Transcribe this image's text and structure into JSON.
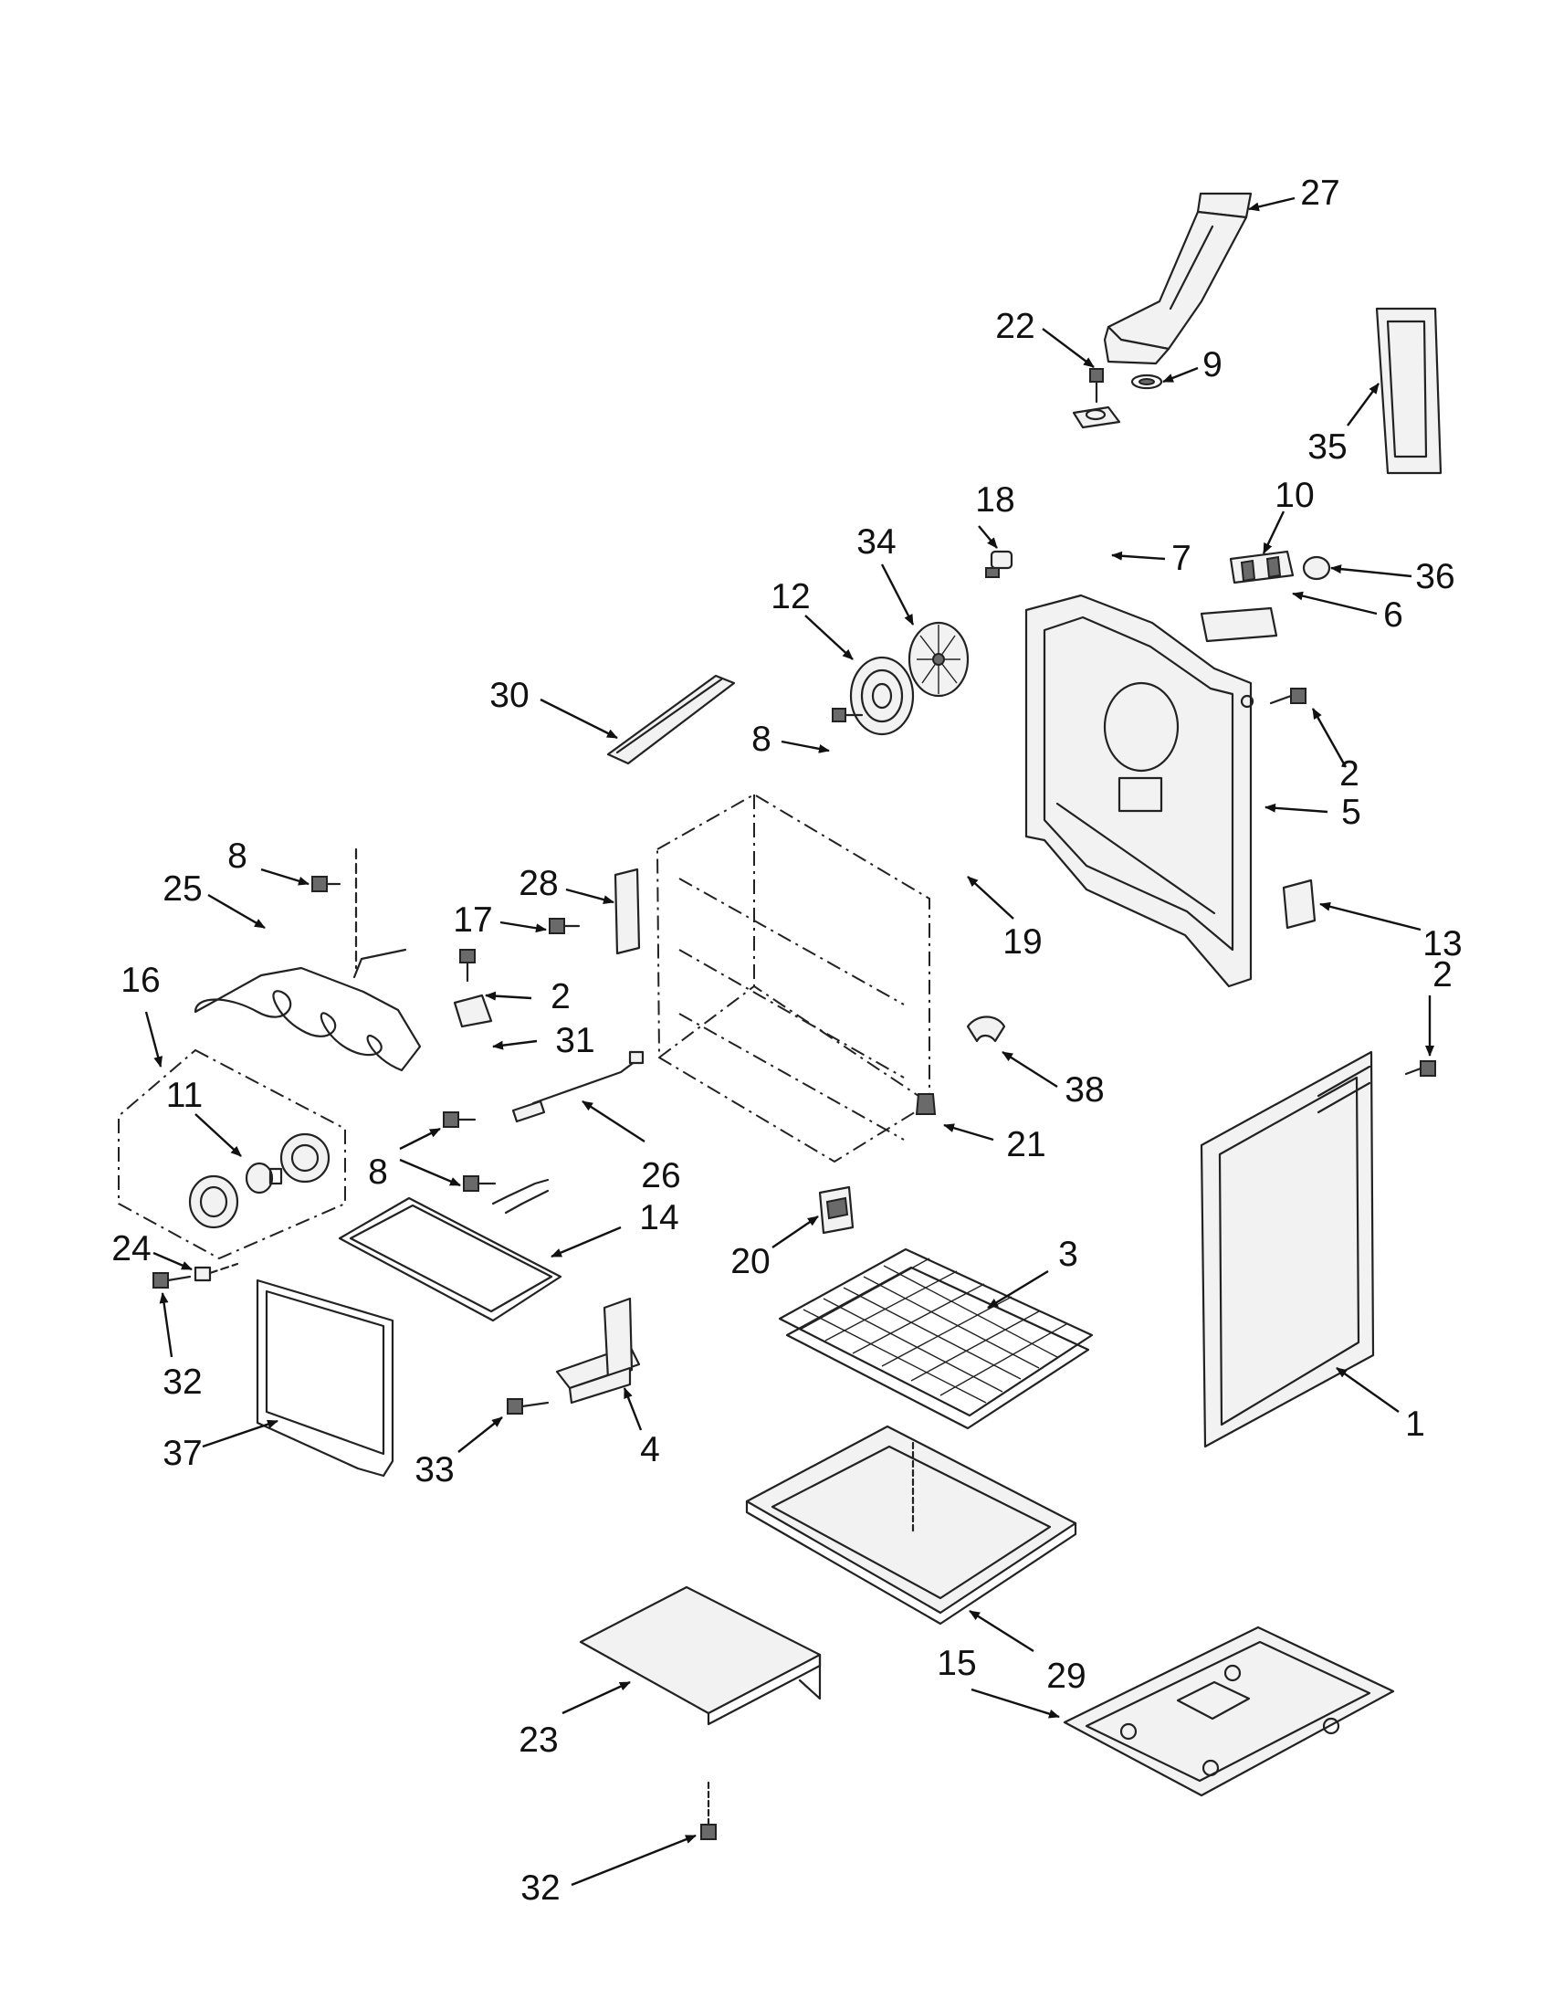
{
  "callouts": [
    {
      "num": "27"
    },
    {
      "num": "9"
    },
    {
      "num": "35"
    },
    {
      "num": "22"
    },
    {
      "num": "10"
    },
    {
      "num": "36"
    },
    {
      "num": "7"
    },
    {
      "num": "6"
    },
    {
      "num": "18"
    },
    {
      "num": "34"
    },
    {
      "num": "12"
    },
    {
      "num": "30"
    },
    {
      "num": "8"
    },
    {
      "num": "2"
    },
    {
      "num": "5"
    },
    {
      "num": "8"
    },
    {
      "num": "25"
    },
    {
      "num": "28"
    },
    {
      "num": "17"
    },
    {
      "num": "19"
    },
    {
      "num": "13"
    },
    {
      "num": "2"
    },
    {
      "num": "16"
    },
    {
      "num": "31"
    },
    {
      "num": "2"
    },
    {
      "num": "11"
    },
    {
      "num": "38"
    },
    {
      "num": "21"
    },
    {
      "num": "8"
    },
    {
      "num": "26"
    },
    {
      "num": "14"
    },
    {
      "num": "20"
    },
    {
      "num": "3"
    },
    {
      "num": "24"
    },
    {
      "num": "32"
    },
    {
      "num": "37"
    },
    {
      "num": "33"
    },
    {
      "num": "4"
    },
    {
      "num": "1"
    },
    {
      "num": "29"
    },
    {
      "num": "15"
    },
    {
      "num": "23"
    },
    {
      "num": "32"
    }
  ]
}
